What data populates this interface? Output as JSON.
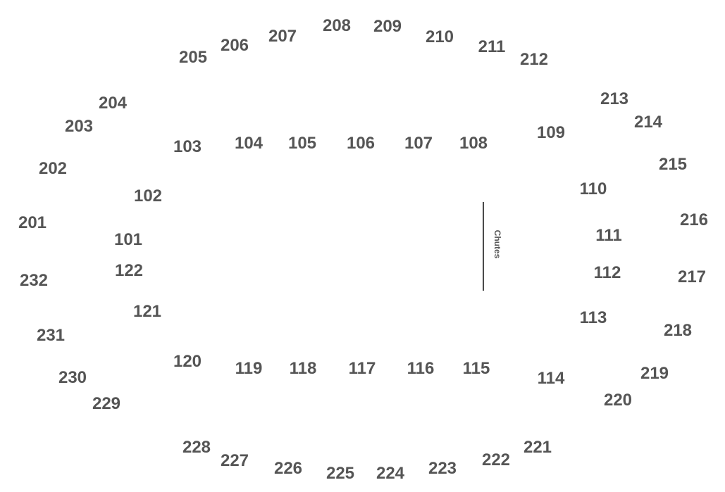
{
  "chutes_label": "Chutes",
  "text_color": "#555555",
  "lower_sections": [
    "101",
    "102",
    "103",
    "104",
    "105",
    "106",
    "107",
    "108",
    "109",
    "110",
    "111",
    "112",
    "113",
    "114",
    "115",
    "116",
    "117",
    "118",
    "119",
    "120",
    "121",
    "122"
  ],
  "upper_sections": [
    "201",
    "202",
    "203",
    "204",
    "205",
    "206",
    "207",
    "208",
    "209",
    "210",
    "211",
    "212",
    "213",
    "214",
    "215",
    "216",
    "217",
    "218",
    "219",
    "220",
    "221",
    "222",
    "223",
    "224",
    "225",
    "226",
    "227",
    "228",
    "229",
    "230",
    "231",
    "232"
  ]
}
